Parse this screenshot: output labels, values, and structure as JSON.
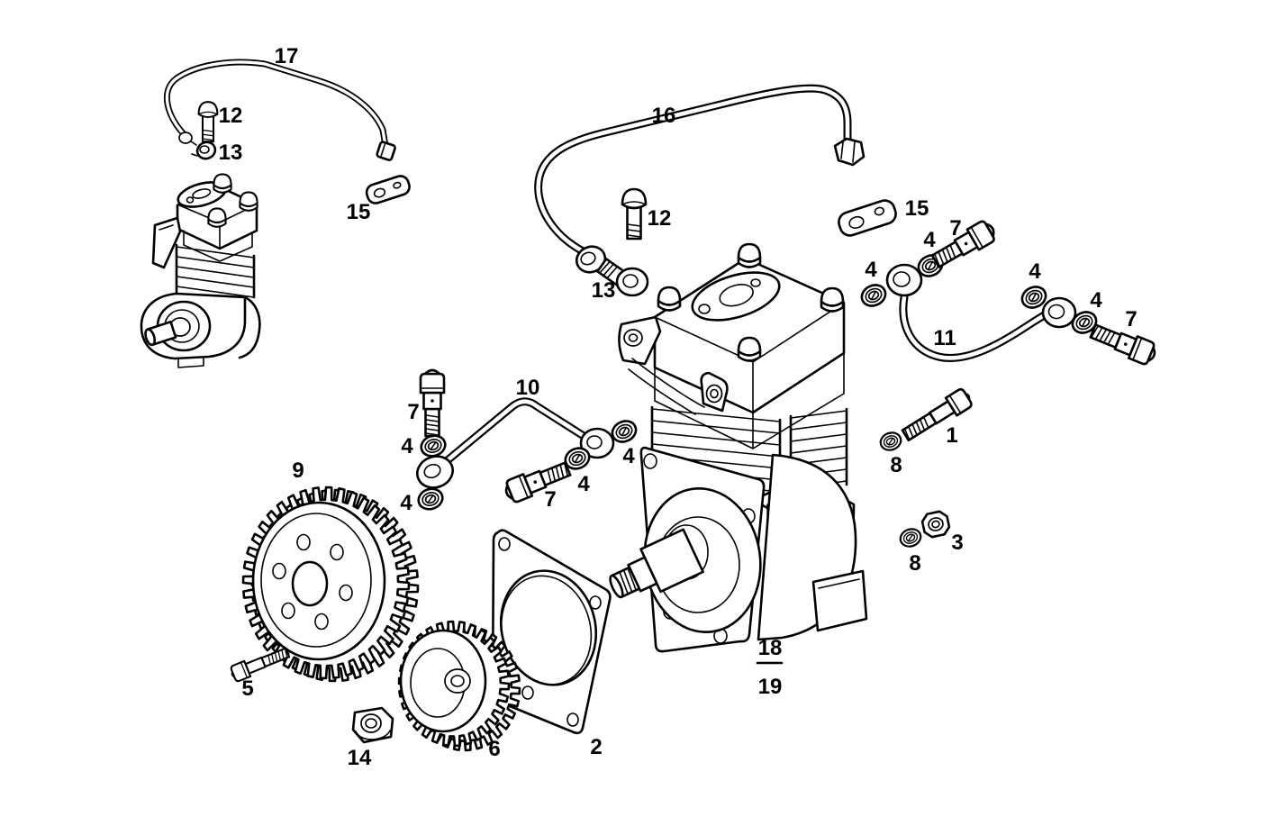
{
  "figure": {
    "kind": "exploded-parts-line-drawing",
    "subject": "air-compressor-assembly",
    "background_color": "#ffffff",
    "line_color": "#000000"
  },
  "parts_legend": {
    "1": "hex-bolt",
    "2": "gasket",
    "3": "nut",
    "4": "sealing-washer",
    "5": "hex-bolt",
    "6": "small-gear",
    "7": "hollow-screw",
    "8": "washer",
    "9": "large-gear",
    "10": "pipe",
    "11": "pipe",
    "12": "screw-plug",
    "13": "pipe-fitting",
    "14": "nut",
    "15": "retaining-plate",
    "16": "air-pipe",
    "17": "air-pipe",
    "18": "air-compressor",
    "19": "air-compressor-assembly"
  },
  "callouts": [
    {
      "text": "17",
      "part": "air-pipe"
    },
    {
      "text": "12",
      "part": "screw-plug"
    },
    {
      "text": "13",
      "part": "pipe-fitting"
    },
    {
      "text": "15",
      "part": "retaining-plate"
    },
    {
      "text": "16",
      "part": "air-pipe"
    },
    {
      "text": "12",
      "part": "screw-plug"
    },
    {
      "text": "13",
      "part": "pipe-fitting"
    },
    {
      "text": "15",
      "part": "retaining-plate"
    },
    {
      "text": "7",
      "part": "hollow-screw"
    },
    {
      "text": "4",
      "part": "sealing-washer"
    },
    {
      "text": "4",
      "part": "sealing-washer"
    },
    {
      "text": "11",
      "part": "pipe"
    },
    {
      "text": "4",
      "part": "sealing-washer"
    },
    {
      "text": "4",
      "part": "sealing-washer"
    },
    {
      "text": "7",
      "part": "hollow-screw"
    },
    {
      "text": "1",
      "part": "hex-bolt"
    },
    {
      "text": "8",
      "part": "washer"
    },
    {
      "text": "3",
      "part": "nut"
    },
    {
      "text": "8",
      "part": "washer"
    },
    {
      "text": "10",
      "part": "pipe"
    },
    {
      "text": "7",
      "part": "hollow-screw"
    },
    {
      "text": "4",
      "part": "sealing-washer"
    },
    {
      "text": "4",
      "part": "sealing-washer"
    },
    {
      "text": "4",
      "part": "sealing-washer"
    },
    {
      "text": "4",
      "part": "sealing-washer"
    },
    {
      "text": "7",
      "part": "hollow-screw"
    },
    {
      "text": "9",
      "part": "large-gear"
    },
    {
      "text": "5",
      "part": "hex-bolt"
    },
    {
      "text": "14",
      "part": "nut"
    },
    {
      "text": "6",
      "part": "small-gear"
    },
    {
      "text": "2",
      "part": "gasket"
    },
    {
      "text": "18",
      "part": "air-compressor"
    },
    {
      "text": "19",
      "part": "air-compressor-assembly"
    }
  ]
}
